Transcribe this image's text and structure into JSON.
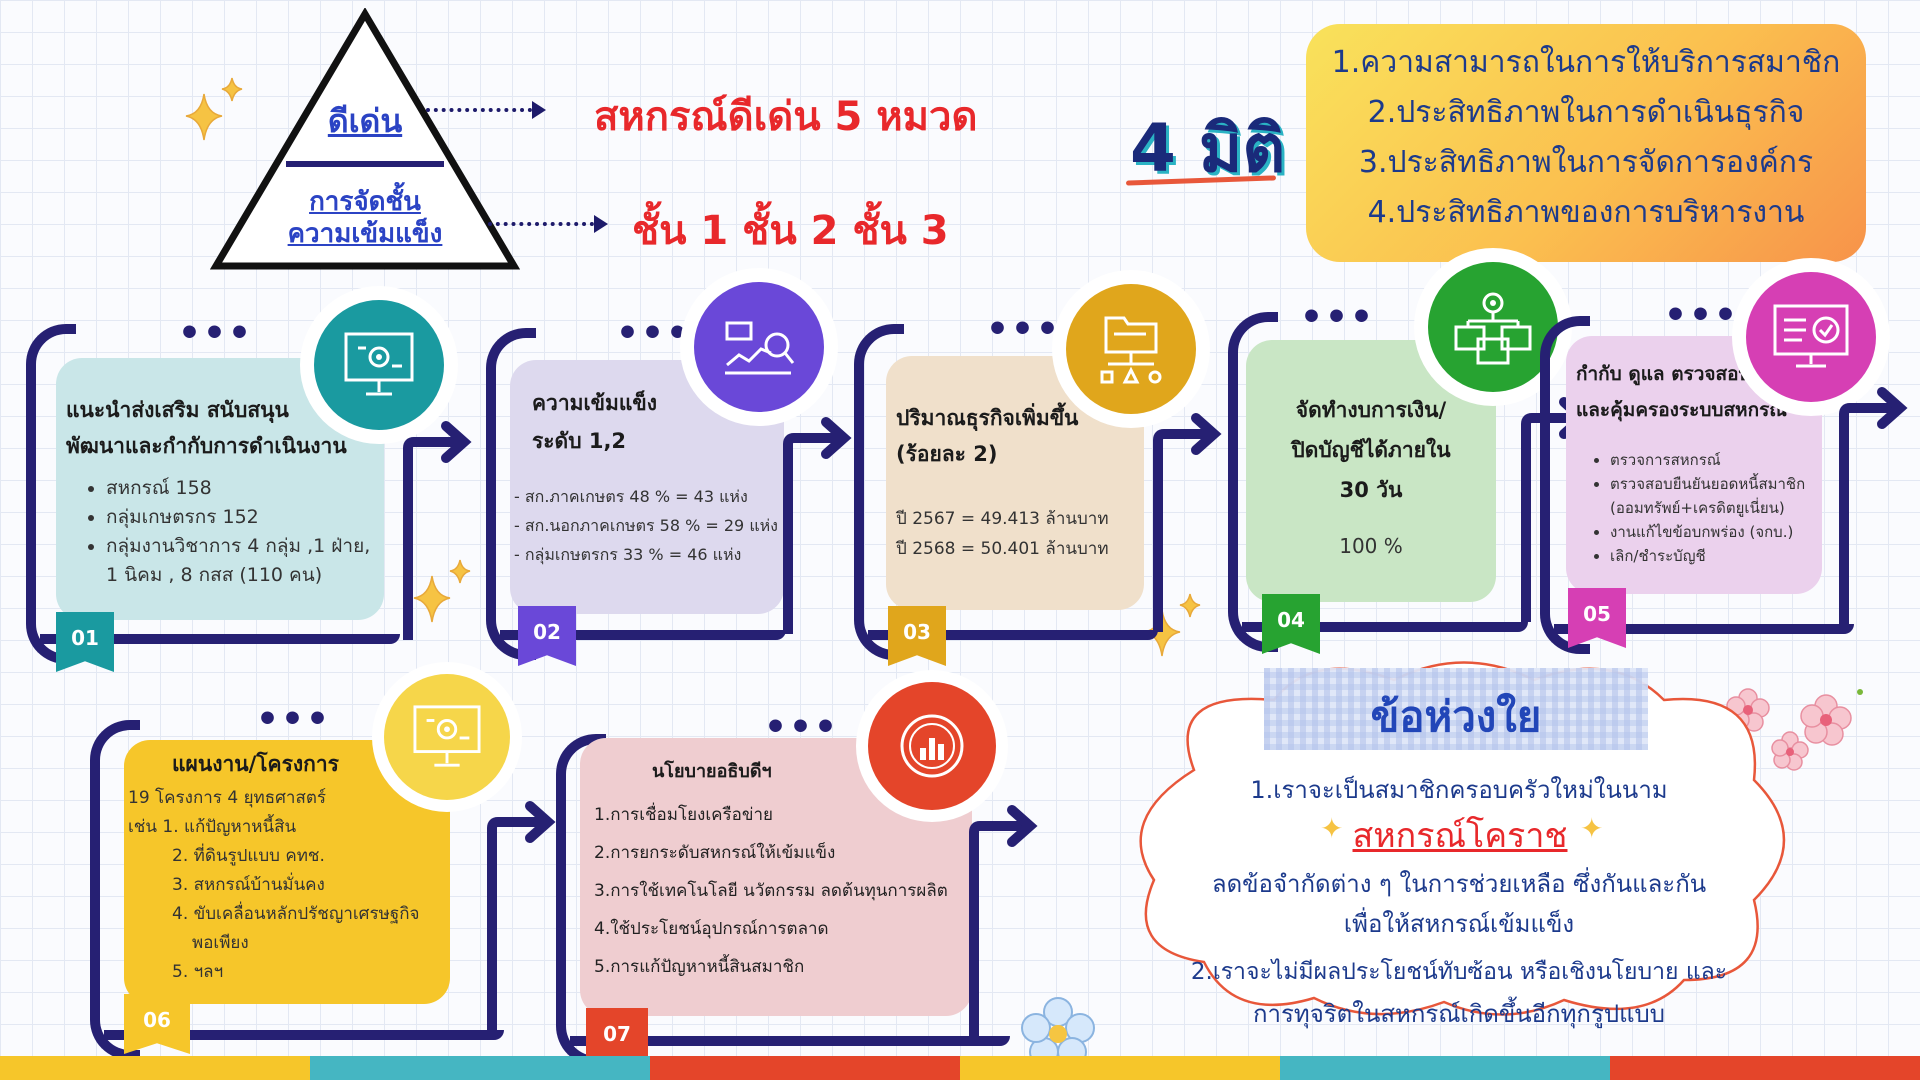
{
  "pyramid": {
    "top_label": "ดีเด่น",
    "bottom_label": "การจัดชั้นความเข้มแข็ง",
    "top_result": "สหกรณ์ดีเด่น  5 หมวด",
    "bottom_result": "ชั้น 1  ชั้น 2  ชั้น 3"
  },
  "dimensions": {
    "title": "4 มิติ",
    "items": [
      "1.ความสามารถในการให้บริการสมาชิก",
      "2.ประสิทธิภาพในการดำเนินธุรกิจ",
      "3.ประสิทธิภาพในการจัดการองค์กร",
      "4.ประสิทธิภาพของการบริหารงาน"
    ]
  },
  "steps": [
    {
      "number": "01",
      "icon": "presentation-gear-icon",
      "color": "#c9e6e8",
      "accent": "#1a9aa0",
      "title_lines": [
        "แนะนำส่งเสริม สนับสนุน",
        "พัฒนาและกำกับการดำเนินงาน"
      ],
      "bullets": [
        "สหกรณ์  158",
        "กลุ่มเกษตรกร  152",
        "กลุ่มงานวิชาการ 4 กลุ่ม ,1 ฝ่าย, 1 นิคม , 8 กสส (110 คน)"
      ]
    },
    {
      "number": "02",
      "icon": "analytics-chart-icon",
      "color": "#ddd9ee",
      "accent": "#6a48d8",
      "title_lines": [
        "ความเข้มแข็ง",
        "ระดับ 1,2"
      ],
      "lines": [
        "- สก.ภาคเกษตร  48 % = 43 แห่ง",
        "- สก.นอกภาคเกษตร 58 % = 29 แห่ง",
        "- กลุ่มเกษตรกร  33 % = 46 แห่ง"
      ]
    },
    {
      "number": "03",
      "icon": "folder-hierarchy-icon",
      "color": "#f0e0cb",
      "accent": "#e0a61c",
      "title_lines": [
        "ปริมาณธุรกิจเพิ่มขึ้น",
        "(ร้อยละ 2)"
      ],
      "lines": [
        "ปี 2567 = 49.413 ล้านบาท",
        "ปี 2568 = 50.401 ล้านบาท"
      ]
    },
    {
      "number": "04",
      "icon": "gear-boxes-icon",
      "color": "#c9e6c5",
      "accent": "#27a331",
      "title_lines": [
        "จัดทำงบการเงิน/",
        "ปิดบัญชีได้ภายใน",
        "30 วัน"
      ],
      "lines": [
        "100 %"
      ]
    },
    {
      "number": "05",
      "icon": "monitor-check-icon",
      "color": "#ebd1ed",
      "accent": "#d63fb4",
      "title_lines": [
        "กำกับ ดูแล ตรวจสอบ",
        "และคุ้มครองระบบสหกรณ์"
      ],
      "bullets": [
        "ตรวจการสหกรณ์",
        "ตรวจสอบยืนยันยอดหนี้สมาชิก (ออมทรัพย์+เครดิตยูเนี่ยน)",
        "งานแก้ไขข้อบกพร่อง (จกบ.)",
        "เลิก/ชำระบัญชี"
      ]
    },
    {
      "number": "06",
      "icon": "presentation-gear-icon",
      "color": "#f6c62a",
      "accent": "#f6c62a",
      "title_lines": [
        "แผนงาน/โครงการ"
      ],
      "lines": [
        "19 โครงการ 4 ยุทธศาสตร์",
        "เช่น  1. แก้ปัญหาหนี้สิน",
        "2. ที่ดินรูปแบบ คทช.",
        "3. สหกรณ์บ้านมั่นคง",
        "4. ขับเคลื่อนหลักปรัชญาเศรษฐกิจ",
        "พอเพียง",
        "5. ฯลฯ"
      ]
    },
    {
      "number": "07",
      "icon": "bar-chart-circle-icon",
      "color": "#efcdd0",
      "accent": "#e4452a",
      "title_lines": [
        "นโยบายอธิบดีฯ"
      ],
      "lines": [
        "1.การเชื่อมโยงเครือข่าย",
        "2.การยกระดับสหกรณ์ให้เข้มแข็ง",
        "3.การใช้เทคโนโลยี นวัตกรรม ลดต้นทุนการผลิต",
        "4.ใช้ประโยชน์อุปกรณ์การตลาด",
        "5.การแก้ปัญหาหนี้สินสมาชิก"
      ]
    }
  ],
  "concerns": {
    "title": "ข้อห่วงใย",
    "line1": "1.เราจะเป็นสมาชิกครอบครัวใหม่ในนาม",
    "highlight": "สหกรณ์โคราช",
    "line2": "ลดข้อจำกัดต่าง ๆ ในการช่วยเหลือ ซึ่งกันและกัน",
    "line3": "เพื่อให้สหกรณ์เข้มแข็ง",
    "line4": "2.เราจะไม่มีผลประโยชน์ทับซ้อน หรือเชิงนโยบาย และ",
    "line5": "การทุจริตในสหกรณ์เกิดขึ้นอีกทุกรูปแบบ"
  },
  "colors": {
    "navy": "#262073",
    "red": "#e8282b",
    "blue_label": "#2b43c4"
  }
}
